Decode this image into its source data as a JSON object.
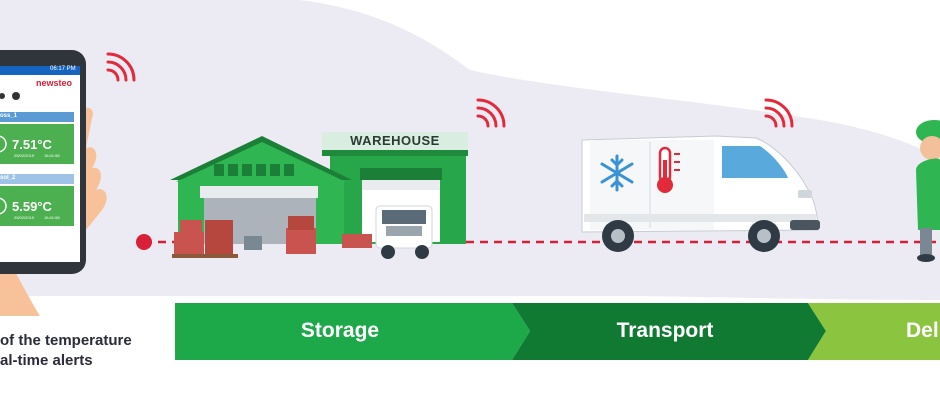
{
  "phone": {
    "status_time": "06:17 PM",
    "brand": "newsteo",
    "sensors": [
      {
        "name": "oss_1",
        "temperature": "7.51°C",
        "date": "25/02/2019",
        "time": "16:41:58"
      },
      {
        "name": "sol_2",
        "temperature": "5.59°C",
        "date": "25/02/2019",
        "time": "16:41:58"
      }
    ]
  },
  "warehouse": {
    "sign": "WAREHOUSE"
  },
  "stages": [
    {
      "label": "Storage",
      "color": "#1da84a"
    },
    {
      "label": "Transport",
      "color": "#107a33"
    },
    {
      "label": "Del",
      "color": "#8bc53f"
    }
  ],
  "caption": {
    "line1": "of the temperature",
    "line2": "al-time alerts"
  },
  "colors": {
    "route_dot": "#d8203a",
    "signal": "#e22a3a",
    "background_blob": "#ecebf3"
  }
}
